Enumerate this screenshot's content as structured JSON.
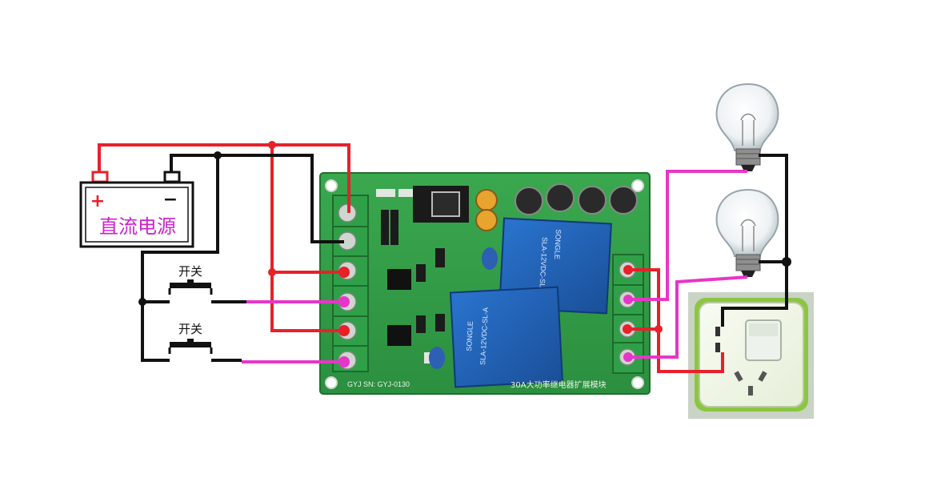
{
  "power_supply": {
    "label": "直流电源",
    "plus_sign": "+",
    "minus_sign": "−"
  },
  "switches": [
    {
      "label": "开关"
    },
    {
      "label": "开关"
    }
  ],
  "board": {
    "model_text": "GYJ SN: GYJ-0130",
    "title_text": "30A大功率继电器扩展模块",
    "relays": [
      {
        "brand": "SONGLE",
        "model": "SLA-12VDC-SL-A"
      },
      {
        "brand": "SONGLE",
        "model": "SLA-12VDC-SL-A"
      }
    ]
  },
  "colors": {
    "positive_wire": "#e8202a",
    "negative_wire": "#111111",
    "load_wire": "#e636c8",
    "board": "#2f9e45",
    "relay": "#1f5fb3",
    "label_magenta": "#cc22cc"
  }
}
